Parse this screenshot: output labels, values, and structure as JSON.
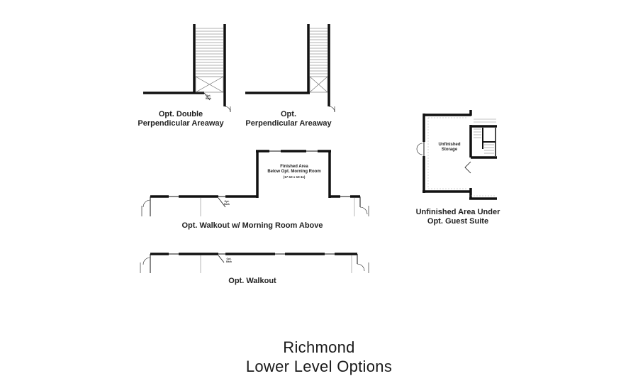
{
  "labels": {
    "double_areaway": [
      "Opt. Double",
      "Perpendicular Areaway"
    ],
    "areaway": [
      "Opt.",
      "Perpendicular Areaway"
    ],
    "walkout_morning": "Opt. Walkout w/ Morning Room Above",
    "walkout": "Opt. Walkout",
    "unfinished_under": [
      "Unfinished Area Under",
      "Opt. Guest Suite"
    ]
  },
  "rooms": {
    "finished_area": [
      "Finished Area",
      "Below Opt. Morning Room",
      "(17-10 x 10-11)"
    ],
    "storage": [
      "Unfinished",
      "Storage"
    ]
  },
  "tiny_text": [
    "Opt.",
    "Bath"
  ],
  "title": {
    "line1": "Richmond",
    "line2": "Lower Level Options"
  }
}
